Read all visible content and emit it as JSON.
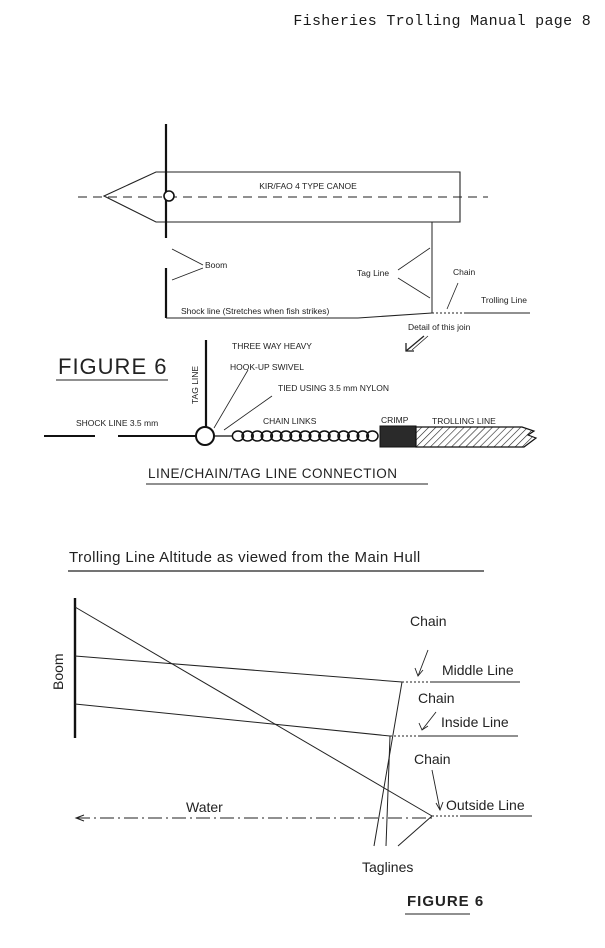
{
  "header": {
    "text": "Fisheries Trolling Manual page 8"
  },
  "top_diagram": {
    "canoe_label": "KIR/FAO 4 TYPE CANOE",
    "boom_label": "Boom",
    "tag_line_label": "Tag Line",
    "chain_label": "Chain",
    "trolling_line_label": "Trolling Line",
    "shock_line_label": "Shock line (Stretches when fish strikes)",
    "detail_label": "Detail of this join"
  },
  "figure_title_left": "FIGURE 6",
  "detail_diagram": {
    "tag_line_vertical": "TAG LINE",
    "swivel_label_1": "THREE WAY HEAVY",
    "swivel_label_2": "HOOK-UP SWIVEL",
    "nylon_label": "TIED USING 3.5 mm NYLON",
    "shock_line_label": "SHOCK LINE 3.5 mm",
    "chain_links_label": "CHAIN LINKS",
    "crimp_label": "CRIMP",
    "trolling_line_label": "TROLLING LINE",
    "caption": "LINE/CHAIN/TAG LINE CONNECTION"
  },
  "altitude_diagram": {
    "title": "Trolling Line Altitude as viewed from the Main Hull",
    "boom_label": "Boom",
    "chain_top": "Chain",
    "middle_line": "Middle Line",
    "chain_mid": "Chain",
    "inside_line": "Inside Line",
    "chain_bottom": "Chain",
    "outside_line": "Outside Line",
    "water_label": "Water",
    "taglines_label": "Taglines"
  },
  "figure_title_bottom": "FIGURE 6"
}
